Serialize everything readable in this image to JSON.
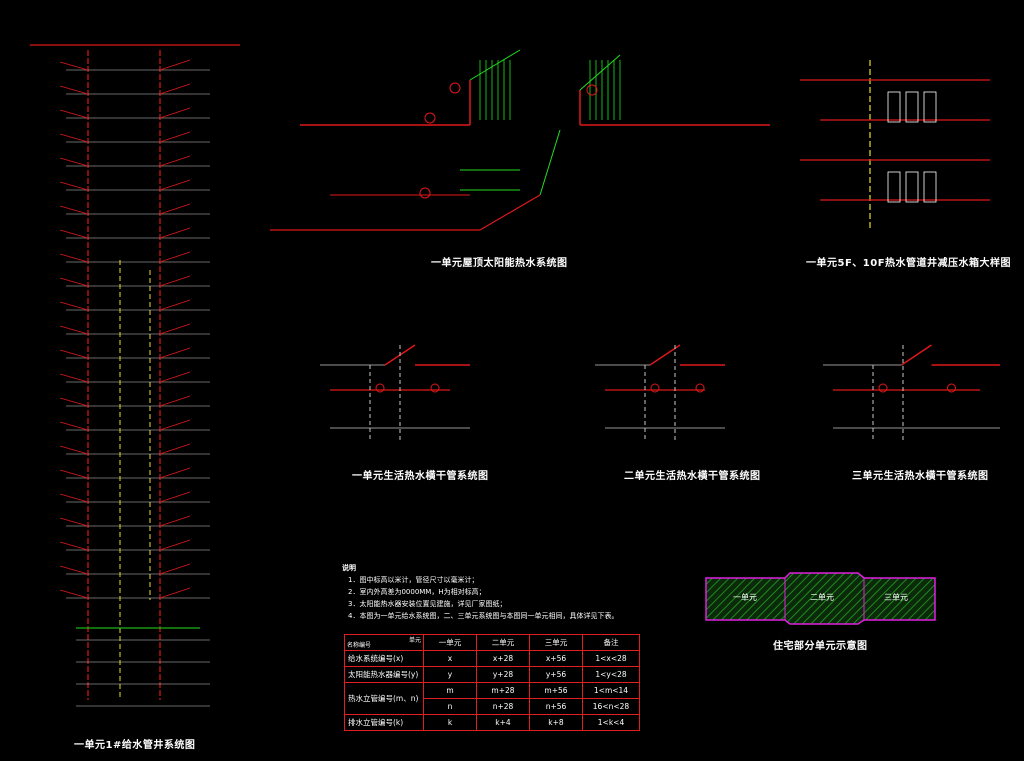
{
  "titles": {
    "riser_1": "一单元1#给水管井系统图",
    "solar_roof": "一单元屋顶太阳能热水系统图",
    "valve_detail": "一单元5F、10F热水管道井减压水箱大样图",
    "branch_1": "一单元生活热水横干管系统图",
    "branch_2": "二单元生活热水横干管系统图",
    "branch_3": "三单元生活热水横干管系统图",
    "unit_plan": "住宅部分单元示意图"
  },
  "notes": {
    "heading": "说明",
    "items": [
      "1．图中标高以米计，管径尺寸以毫米计；",
      "2．室内外高差为0000MM，H为相对标高；",
      "3．太阳能热水器安装位置见建施，详见厂家图纸；",
      "4．本图为一单元给水系统图，二、三单元系统图与本图同一单元相同，具体详见下表。"
    ]
  },
  "table": {
    "headers": [
      "名称编号",
      "单元",
      "一单元",
      "二单元",
      "三单元",
      "备注"
    ],
    "rows": [
      {
        "name": "给水系统编号(x)",
        "u1": "x",
        "u2": "x+28",
        "u3": "x+56",
        "note": "1<x<28"
      },
      {
        "name": "太阳能热水器编号(y)",
        "u1": "y",
        "u2": "y+28",
        "u3": "y+56",
        "note": "1<y<28"
      },
      {
        "name": "热水立管编号(m、n)",
        "u1": "m",
        "u2": "m+28",
        "u3": "m+56",
        "note": "1<m<14"
      },
      {
        "name": "",
        "u1": "n",
        "u2": "n+28",
        "u3": "n+56",
        "note": "16<n<28"
      },
      {
        "name": "排水立管编号(k)",
        "u1": "k",
        "u2": "k+4",
        "u3": "k+8",
        "note": "1<k<4"
      }
    ]
  },
  "unit_plan": {
    "units": [
      "一单元",
      "二单元",
      "三单元"
    ]
  },
  "colors": {
    "pipe_red": "#e01818",
    "pipe_green": "#20e020",
    "pipe_yellow": "#e8e020",
    "hatch_green": "#1f8a1f",
    "outline_magenta": "#e020e0",
    "text_white": "#ffffff"
  }
}
